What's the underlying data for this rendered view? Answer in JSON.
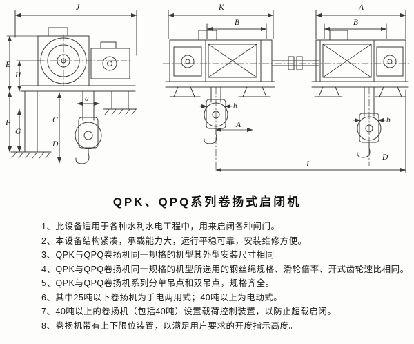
{
  "title": "QPK、QPQ系列卷扬式启闭机",
  "dims": {
    "J": "J",
    "K": "K",
    "A": "A",
    "B": "B",
    "E": "E",
    "H": "H",
    "F": "F",
    "G": "G",
    "C": "C",
    "D": "D",
    "L": "L",
    "a": "a",
    "b": "b"
  },
  "notes": [
    "1、此设备适用于各种水利水电工程中，用来启闭各种闸门。",
    "2、本设备结构紧凑，承载能力大，运行平稳可靠，安装维修方便。",
    "3、QPK与QPQ卷扬机同一规格的机型其外型安装尺寸相同。",
    "4、QPK与QPQ卷扬机同一规格的机型所选用的钢丝绳规格、滑轮倍率、开式齿轮速比相同。",
    "5、QPK与QPQ卷扬机系列分单吊点和双吊点，规格齐全。",
    "6、其中25吨以下卷扬机为手电两用式；40吨以上为电动式。",
    "7、40吨以上的卷扬机（包括40吨）设置载荷控制装置，以防止超载启闭。",
    "8、卷扬机带有上下限位装置，以满足用户要求的开度指示高度。"
  ]
}
